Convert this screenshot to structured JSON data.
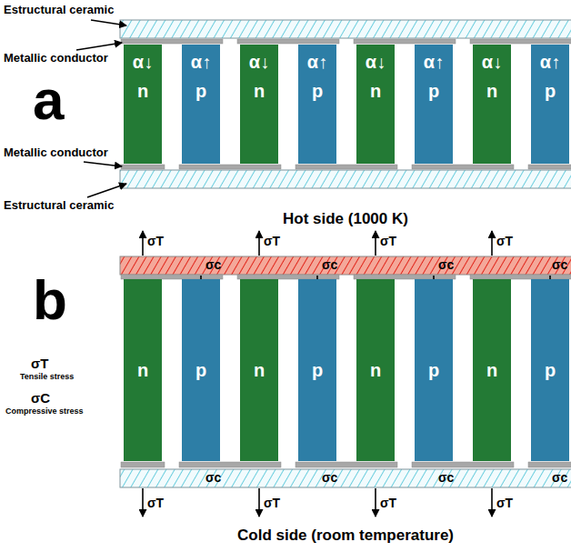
{
  "diagram": {
    "nodes": [
      {
        "text": [
          "α↓",
          "n"
        ]
      },
      {
        "text": [
          "α↑",
          "p"
        ]
      },
      {
        "text": [
          "α↓",
          "n"
        ]
      },
      {
        "text": [
          "α↑",
          "p"
        ]
      },
      {
        "text": [
          "α↓",
          "n"
        ]
      },
      {
        "text": [
          "α↑",
          "p"
        ]
      },
      {
        "text": [
          "α↓",
          "n"
        ]
      },
      {
        "text": [
          "α↑",
          "p"
        ]
      },
      {
        "text": [
          "n"
        ]
      },
      {
        "text": [
          "p"
        ]
      },
      {
        "text": [
          "n"
        ]
      },
      {
        "text": [
          "p"
        ]
      },
      {
        "text": [
          "n"
        ]
      },
      {
        "text": [
          "p"
        ]
      },
      {
        "text": [
          "n"
        ]
      },
      {
        "text": [
          "p"
        ]
      }
    ],
    "labels": [
      "Estructural ceramic",
      "Metallic conductor",
      "a",
      "Metallic conductor",
      "Estructural ceramic",
      "Hot side (1000 K)",
      "b",
      "σT",
      "Tensile stress",
      "σC",
      "Compressive stress",
      "Cold side (room temperature)",
      "σT",
      "σT",
      "σT",
      "σT",
      "σc",
      "σc",
      "σc",
      "σc",
      "σc",
      "σc",
      "σc",
      "σc",
      "σT",
      "σT",
      "σT",
      "σT"
    ]
  }
}
